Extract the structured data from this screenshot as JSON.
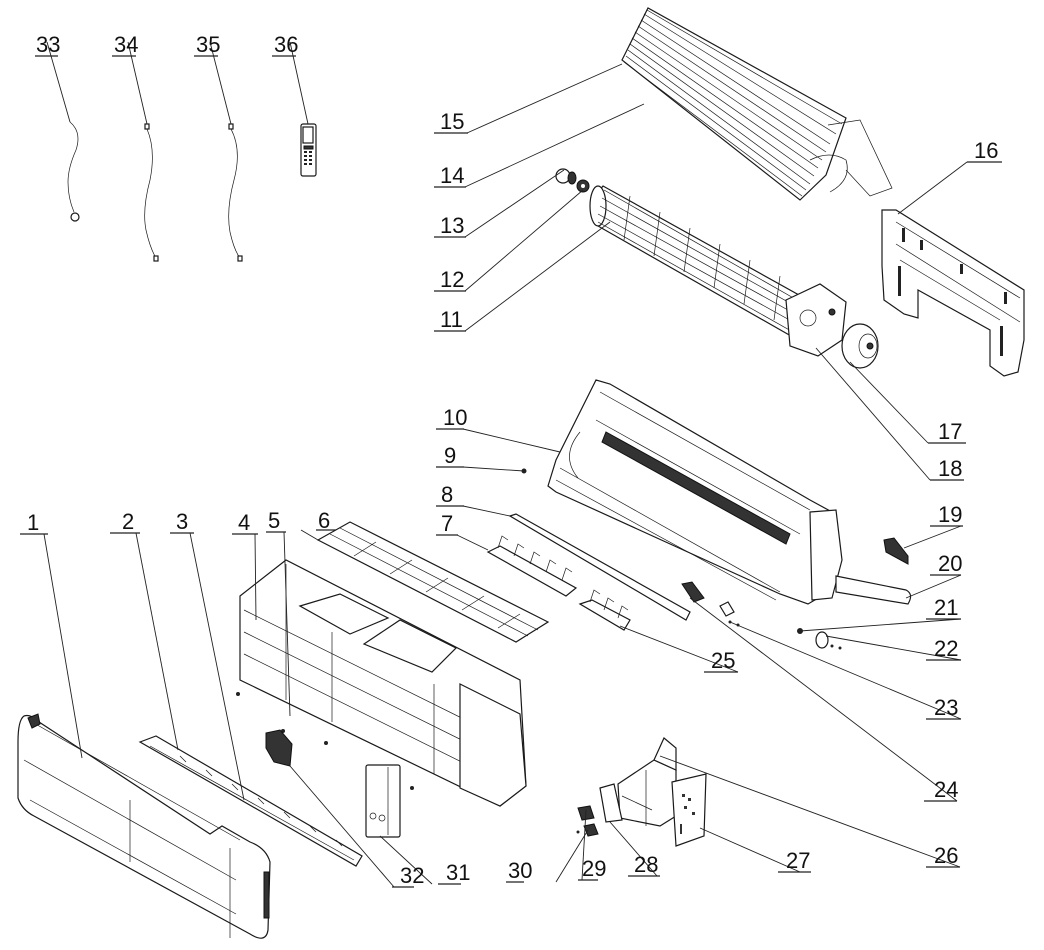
{
  "diagram": {
    "title": "",
    "type": "exploded-parts-view",
    "subject": "wall-mounted split air conditioner indoor unit",
    "callouts": [
      {
        "id": "1",
        "label": "1"
      },
      {
        "id": "2",
        "label": "2"
      },
      {
        "id": "3",
        "label": "3"
      },
      {
        "id": "4",
        "label": "4"
      },
      {
        "id": "5",
        "label": "5"
      },
      {
        "id": "6",
        "label": "6"
      },
      {
        "id": "7",
        "label": "7"
      },
      {
        "id": "8",
        "label": "8"
      },
      {
        "id": "9",
        "label": "9"
      },
      {
        "id": "10",
        "label": "10"
      },
      {
        "id": "11",
        "label": "11"
      },
      {
        "id": "12",
        "label": "12"
      },
      {
        "id": "13",
        "label": "13"
      },
      {
        "id": "14",
        "label": "14"
      },
      {
        "id": "15",
        "label": "15"
      },
      {
        "id": "16",
        "label": "16"
      },
      {
        "id": "17",
        "label": "17"
      },
      {
        "id": "18",
        "label": "18"
      },
      {
        "id": "19",
        "label": "19"
      },
      {
        "id": "20",
        "label": "20"
      },
      {
        "id": "21",
        "label": "21"
      },
      {
        "id": "22",
        "label": "22"
      },
      {
        "id": "23",
        "label": "23"
      },
      {
        "id": "24",
        "label": "24"
      },
      {
        "id": "25",
        "label": "25"
      },
      {
        "id": "26",
        "label": "26"
      },
      {
        "id": "27",
        "label": "27"
      },
      {
        "id": "28",
        "label": "28"
      },
      {
        "id": "29",
        "label": "29"
      },
      {
        "id": "30",
        "label": "30"
      },
      {
        "id": "31",
        "label": "31"
      },
      {
        "id": "32",
        "label": "32"
      },
      {
        "id": "33",
        "label": "33"
      },
      {
        "id": "34",
        "label": "34"
      },
      {
        "id": "35",
        "label": "35"
      },
      {
        "id": "36",
        "label": "36"
      }
    ],
    "parts": {
      "front_panel": "1",
      "louver": "2",
      "front_case": "4",
      "filter": "6",
      "evaporator": "14",
      "cross_flow_fan": "11",
      "wall_mounting_plate": "16",
      "fan_motor": "17",
      "chassis": "10",
      "drain_hose": "20",
      "electric_box": "26",
      "pcb": "27",
      "remote_controller": "36",
      "temperature_sensor_wires": [
        "33",
        "34",
        "35"
      ]
    }
  }
}
